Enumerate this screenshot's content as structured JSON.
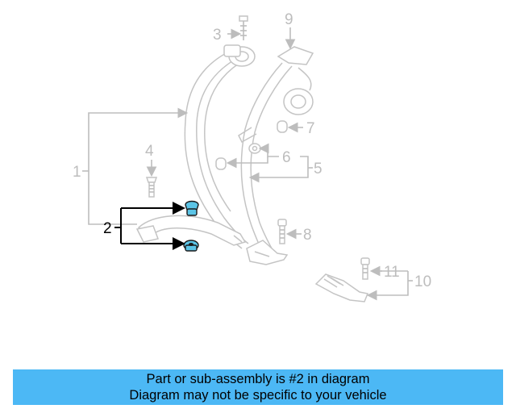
{
  "diagram": {
    "callouts": [
      {
        "id": "1",
        "text": "1",
        "highlighted": false
      },
      {
        "id": "2",
        "text": "2",
        "highlighted": true
      },
      {
        "id": "3",
        "text": "3",
        "highlighted": false
      },
      {
        "id": "4",
        "text": "4",
        "highlighted": false
      },
      {
        "id": "5",
        "text": "5",
        "highlighted": false
      },
      {
        "id": "6",
        "text": "6",
        "highlighted": false
      },
      {
        "id": "7",
        "text": "7",
        "highlighted": false
      },
      {
        "id": "8",
        "text": "8",
        "highlighted": false
      },
      {
        "id": "9",
        "text": "9",
        "highlighted": false
      },
      {
        "id": "10",
        "text": "10",
        "highlighted": false
      },
      {
        "id": "11",
        "text": "11",
        "highlighted": false
      }
    ],
    "highlight_color": "#5bc4e6",
    "line_color": "#bdbdbd"
  },
  "banner": {
    "line1": "Part or sub-assembly is #2 in diagram",
    "line2": "Diagram may not be specific to your vehicle",
    "color": "#4cb8f5"
  }
}
